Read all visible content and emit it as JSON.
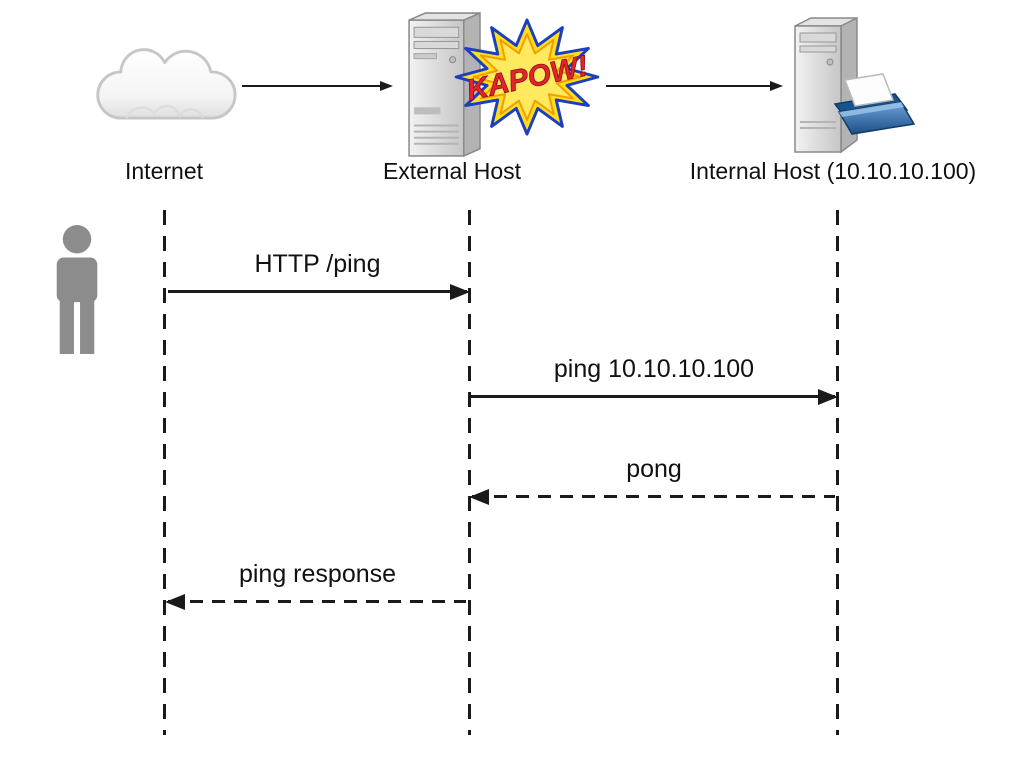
{
  "diagram": {
    "type": "sequence-diagram",
    "actors": [
      {
        "label": "Internet",
        "icon": "cloud-icon"
      },
      {
        "label": "External Host",
        "icon": "server-tower-icon",
        "badge": "KAPOW!"
      },
      {
        "label": "Internal Host (10.10.10.100)",
        "icon": "server-files-icon"
      }
    ],
    "observer": {
      "icon": "person-icon"
    },
    "topology_arrows": [
      {
        "from": "Internet",
        "to": "External Host"
      },
      {
        "from": "External Host",
        "to": "Internal Host (10.10.10.100)"
      }
    ],
    "messages": [
      {
        "label": "HTTP /ping",
        "from": "Internet",
        "to": "External Host",
        "line": "solid",
        "direction": "right"
      },
      {
        "label": "ping 10.10.10.100",
        "from": "External Host",
        "to": "Internal Host (10.10.10.100)",
        "line": "solid",
        "direction": "right"
      },
      {
        "label": "pong",
        "from": "Internal Host (10.10.10.100)",
        "to": "External Host",
        "line": "dashed",
        "direction": "left"
      },
      {
        "label": "ping response",
        "from": "External Host",
        "to": "Internet",
        "line": "dashed",
        "direction": "left"
      }
    ],
    "colors": {
      "line": "#1a1a1a",
      "kapow_fill": "#ffdf1b",
      "kapow_stroke": "#1d3fbf",
      "kapow_text": "#e3242b",
      "person": "#8c8c8c"
    }
  }
}
